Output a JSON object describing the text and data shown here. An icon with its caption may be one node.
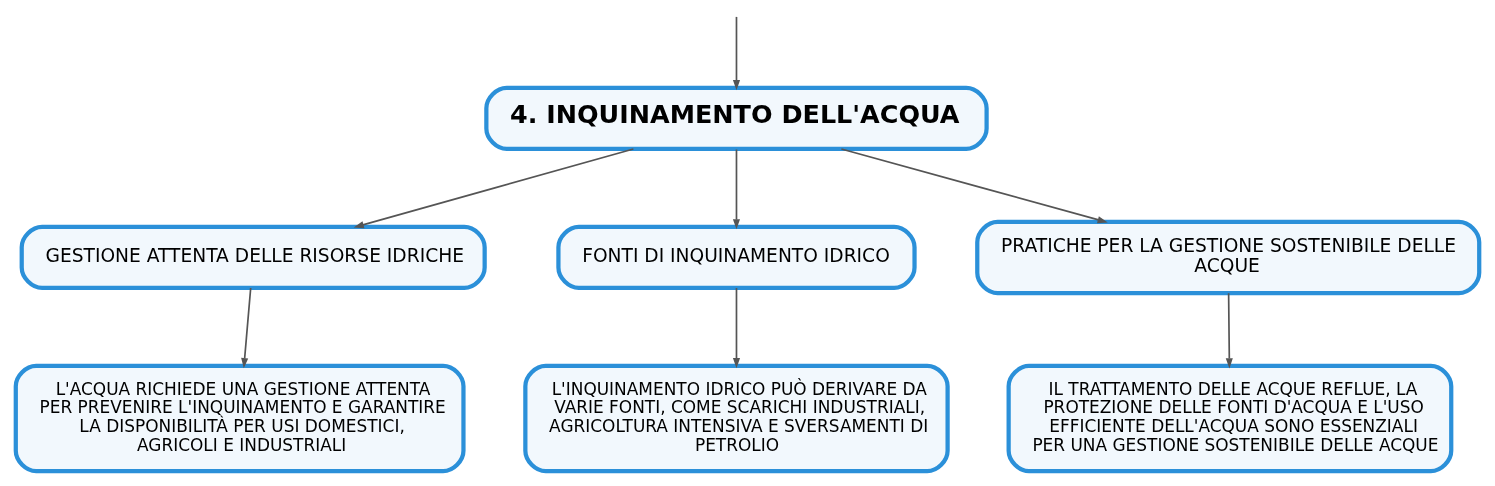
{
  "diagram": {
    "nodes": [
      {
        "text": [
          "4. INQUINAMENTO DELL'ACQUA"
        ]
      },
      {
        "text": [
          "GESTIONE ATTENTA DELLE RISORSE IDRICHE"
        ]
      },
      {
        "text": [
          "FONTI DI INQUINAMENTO IDRICO"
        ]
      },
      {
        "text": [
          "PRATICHE PER LA GESTIONE SOSTENIBILE DELLE ACQUE"
        ]
      },
      {
        "text": [
          "L'ACQUA RICHIEDE UNA GESTIONE ATTENTA PER PREVENIRE L'INQUINAMENTO E GARANTIRE LA DISPONIBILITÀ PER USI DOMESTICI, AGRICOLI E INDUSTRIALI"
        ]
      },
      {
        "text": [
          "L'INQUINAMENTO IDRICO PUÒ DERIVARE DA VARIE FONTI, COME SCARICHI INDUSTRIALI, AGRICOLTURA INTENSIVA E SVERSAMENTI DI PETROLIO"
        ]
      },
      {
        "text": [
          "IL TRATTAMENTO DELLE ACQUE REFLUE, LA PROTEZIONE DELLE FONTI D'ACQUA E L'USO EFFICIENTE DELL'ACQUA SONO ESSENZIALI PER UNA GESTIONE SOSTENIBILE DELLE ACQUE"
        ]
      }
    ],
    "edges": [
      {
        "from": null,
        "to": 0,
        "arrow": "to"
      },
      {
        "from": 0,
        "to": 1,
        "arrow": "to"
      },
      {
        "from": 0,
        "to": 2,
        "arrow": "to"
      },
      {
        "from": 0,
        "to": 3,
        "arrow": "to"
      },
      {
        "from": 1,
        "to": 4,
        "arrow": "to"
      },
      {
        "from": 2,
        "to": 5,
        "arrow": "to"
      },
      {
        "from": 3,
        "to": 6,
        "arrow": "to"
      }
    ]
  }
}
